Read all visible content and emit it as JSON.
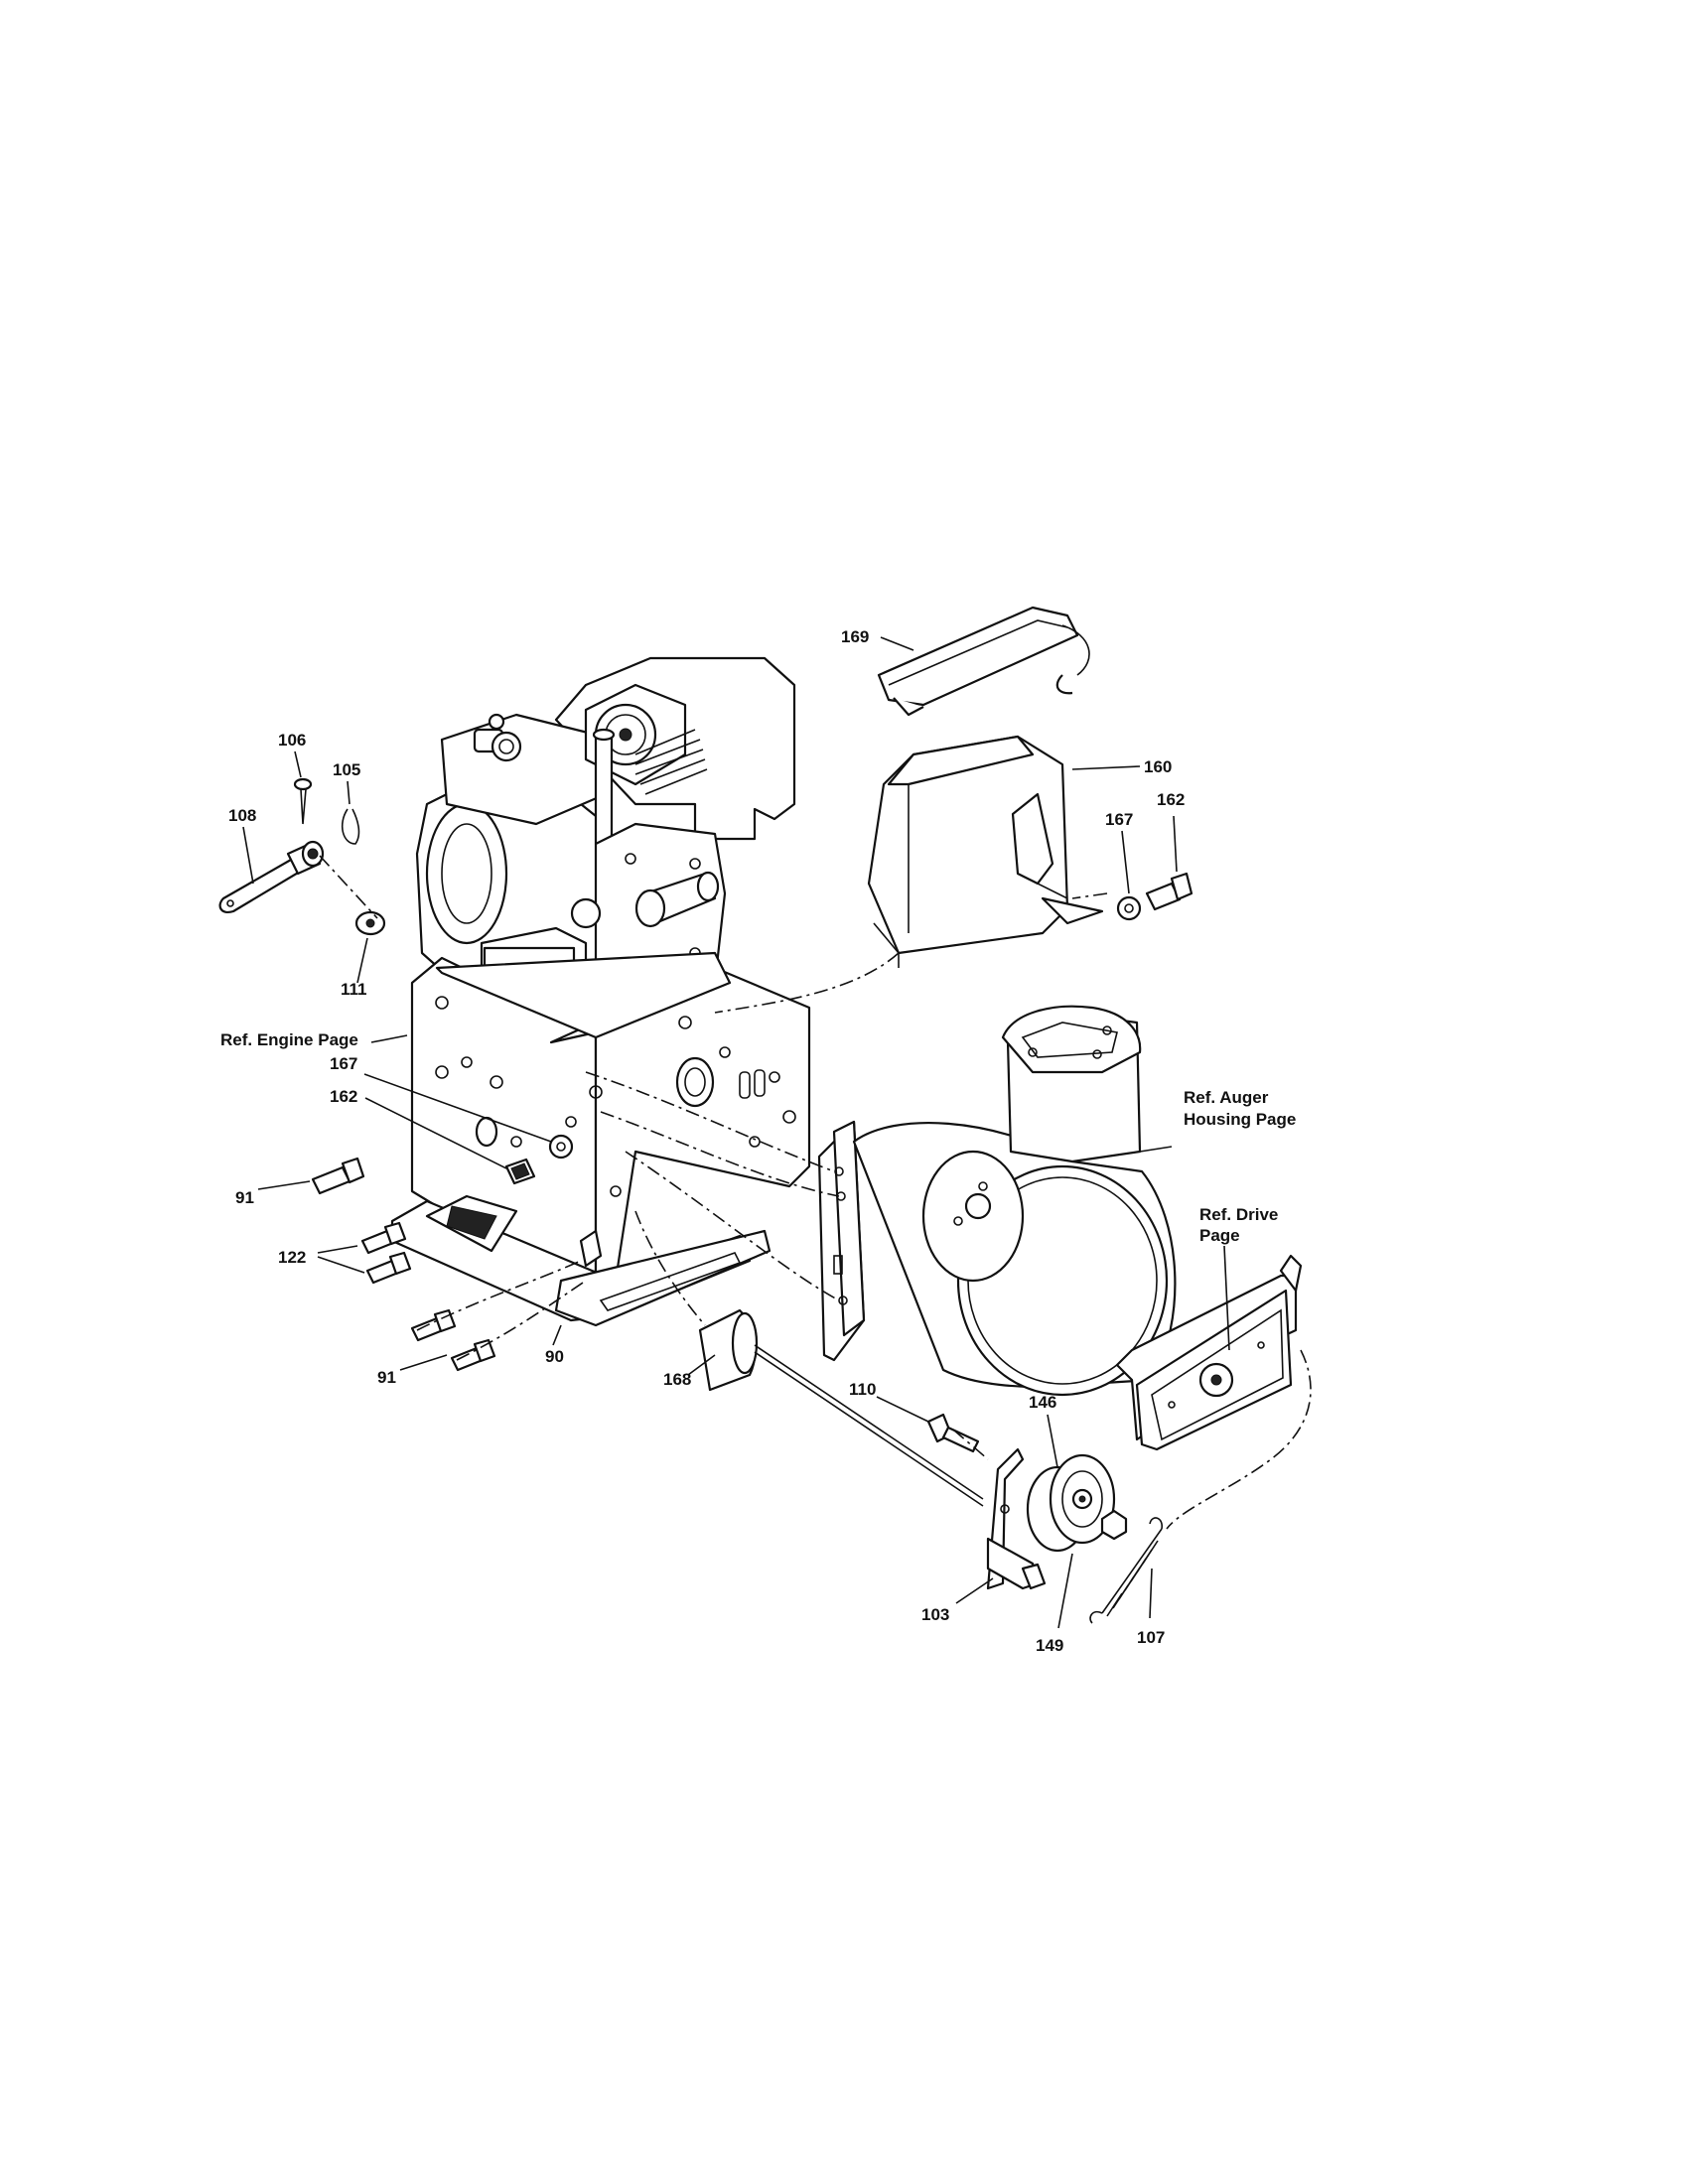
{
  "callouts": {
    "c169": "169",
    "c160": "160",
    "c167a": "167",
    "c162a": "162",
    "c106": "106",
    "c105": "105",
    "c108": "108",
    "c111": "111",
    "c167b": "167",
    "c162b": "162",
    "c91a": "91",
    "c122": "122",
    "c91b": "91",
    "c90": "90",
    "c168": "168",
    "c110": "110",
    "c146": "146",
    "c103": "103",
    "c149": "149",
    "c107": "107"
  },
  "references": {
    "engine": "Ref. Engine Page",
    "auger_line1": "Ref. Auger",
    "auger_line2": "Housing Page",
    "drive_line1": "Ref. Drive",
    "drive_line2": "Page"
  }
}
